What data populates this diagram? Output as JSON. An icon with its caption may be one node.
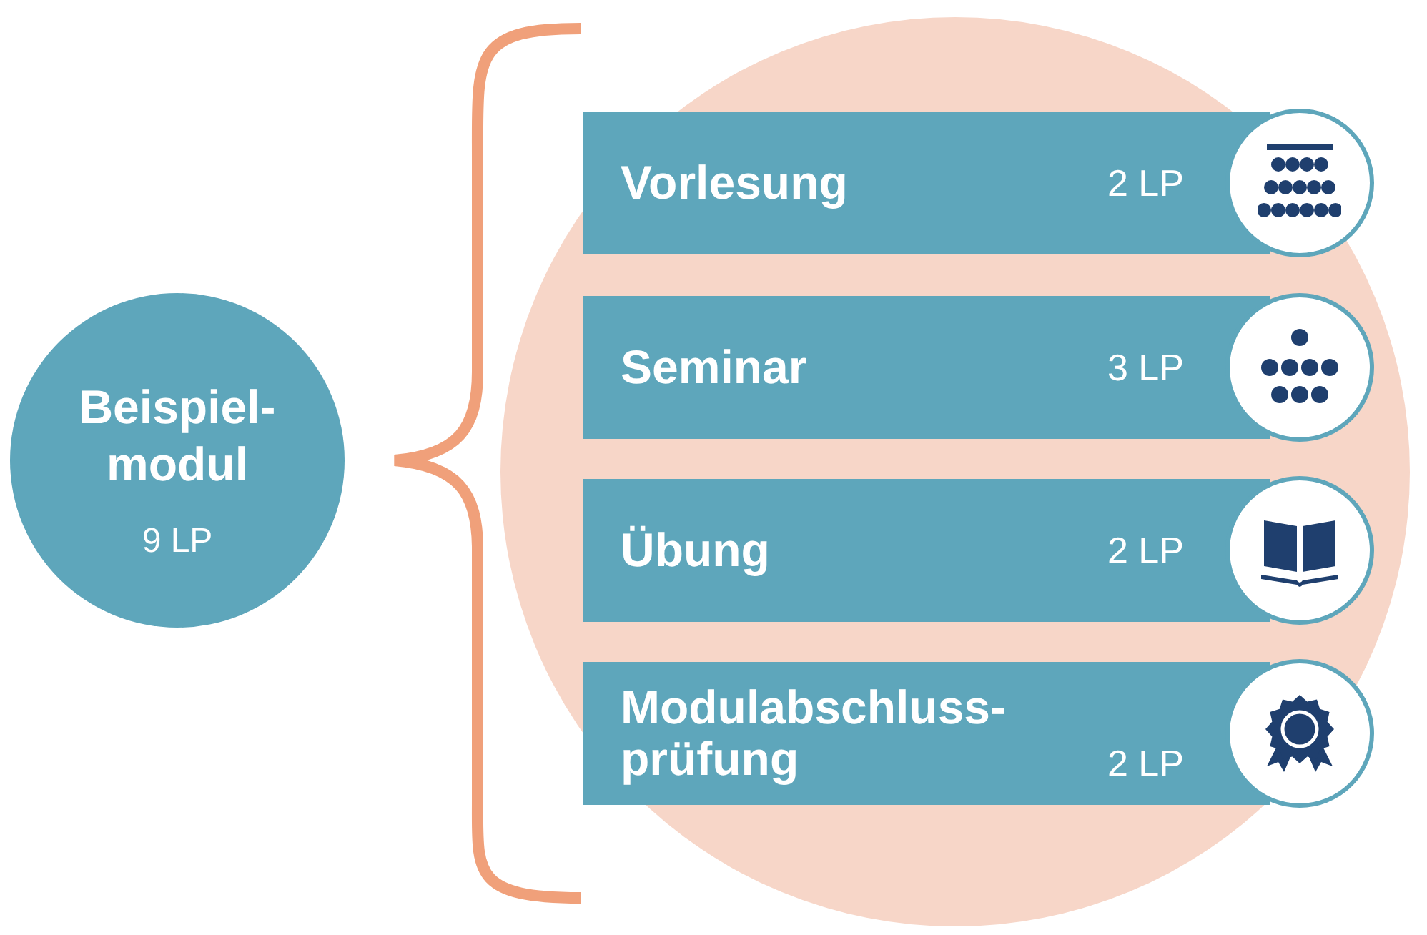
{
  "diagram": {
    "nodes": [
      {
        "text": [
          "Beispiel-modul",
          "9 LP"
        ]
      },
      {
        "text": [
          "Vorlesung",
          "2 LP"
        ]
      },
      {
        "text": [
          "Seminar",
          "3 LP"
        ]
      },
      {
        "text": [
          "Übung",
          "2 LP"
        ]
      },
      {
        "text": [
          "Modulabschluss-prüfung",
          "2 LP"
        ]
      }
    ]
  }
}
